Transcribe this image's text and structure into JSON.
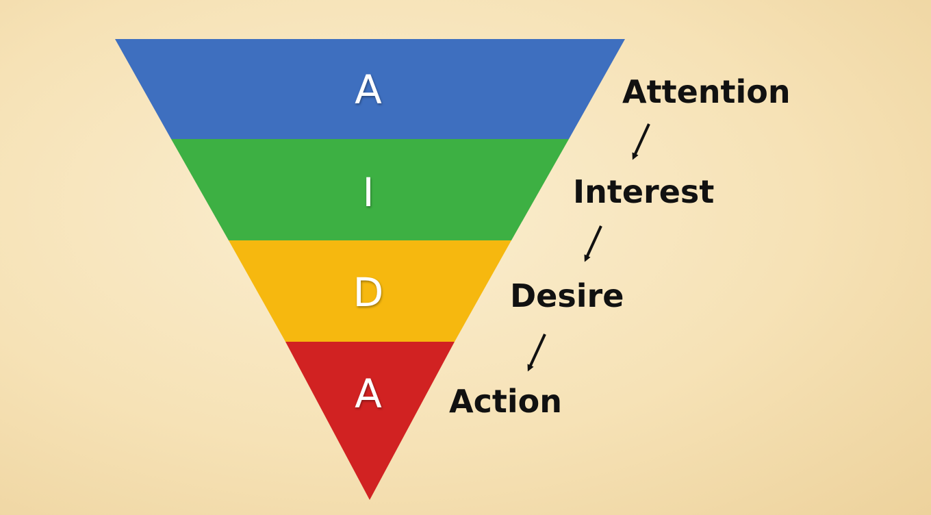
{
  "funnel": {
    "levels": [
      {
        "letter": "A",
        "label": "Attention",
        "color": "#3e6fbf"
      },
      {
        "letter": "I",
        "label": "Interest",
        "color": "#3db043"
      },
      {
        "letter": "D",
        "label": "Desire",
        "color": "#f6b80f"
      },
      {
        "letter": "A",
        "label": "Action",
        "color": "#d12222"
      }
    ]
  },
  "background_color": "#f6e2b6",
  "arrow_color": "#111111"
}
